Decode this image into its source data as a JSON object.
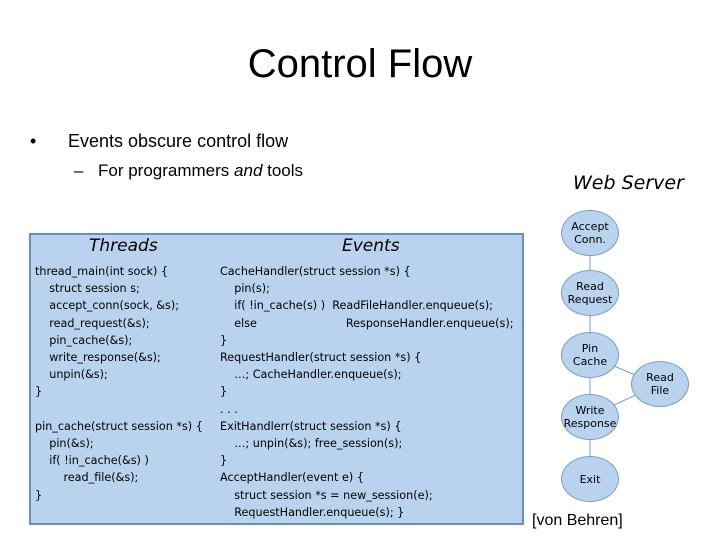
{
  "slide": {
    "title": "Control Flow",
    "bullet_marker": "•",
    "bullet_text": "Events obscure control flow",
    "sub_marker": "–",
    "sub_text_before": "For programmers ",
    "sub_text_italic": "and",
    "sub_text_after": " tools"
  },
  "diagram": {
    "title": "Web Server",
    "nodes": [
      {
        "label": "Accept\nConn."
      },
      {
        "label": "Read\nRequest"
      },
      {
        "label": "Pin\nCache"
      },
      {
        "label": "Read\nFile"
      },
      {
        "label": "Write\nResponse"
      },
      {
        "label": "Exit"
      }
    ]
  },
  "panel": {
    "threads_header": "Threads",
    "events_header": "Events",
    "threads_code": "thread_main(int sock) {\n    struct session s;\n    accept_conn(sock, &s);\n    read_request(&s);\n    pin_cache(&s);\n    write_response(&s);\n    unpin(&s);\n}\n\npin_cache(struct session *s) {\n    pin(&s);\n    if( !in_cache(&s) )\n        read_file(&s);\n}",
    "events_code": "CacheHandler(struct session *s) {\n    pin(s);\n    if( !in_cache(s) )  ReadFileHandler.enqueue(s);\n    else                         ResponseHandler.enqueue(s);\n}\nRequestHandler(struct session *s) {\n    …; CacheHandler.enqueue(s);\n}\n. . .\nExitHandlerr(struct session *s) {\n    …; unpin(&s); free_session(s);\n}\nAcceptHandler(event e) {\n    struct session *s = new_session(e);\n    RequestHandler.enqueue(s); }"
  },
  "citation": "[von Behren]"
}
